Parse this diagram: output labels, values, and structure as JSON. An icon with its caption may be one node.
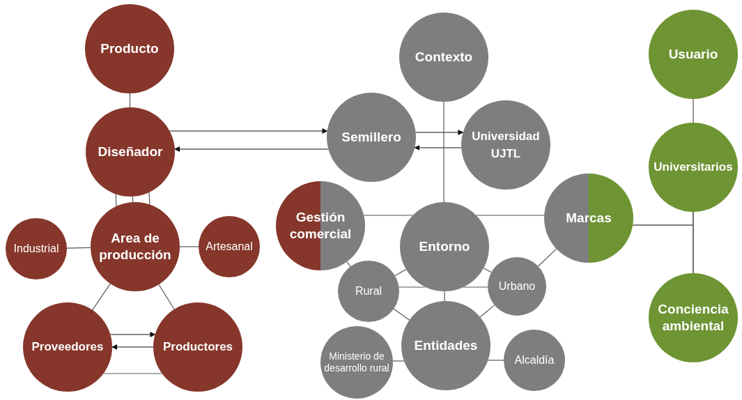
{
  "diagram": {
    "nodes": [
      {
        "text": [
          "Producto"
        ]
      },
      {
        "text": [
          "Diseñador"
        ]
      },
      {
        "text": [
          "Area de producción"
        ]
      },
      {
        "text": [
          "Industrial"
        ]
      },
      {
        "text": [
          "Artesanal"
        ]
      },
      {
        "text": [
          "Proveedores"
        ]
      },
      {
        "text": [
          "Productores"
        ]
      },
      {
        "text": [
          "Contexto"
        ]
      },
      {
        "text": [
          "Semillero"
        ]
      },
      {
        "text": [
          "Universidad UJTL"
        ]
      },
      {
        "text": [
          "Gestión comercial"
        ]
      },
      {
        "text": [
          "Entorno"
        ]
      },
      {
        "text": [
          "Marcas"
        ]
      },
      {
        "text": [
          "Rural"
        ]
      },
      {
        "text": [
          "Urbano"
        ]
      },
      {
        "text": [
          "Entidades"
        ]
      },
      {
        "text": [
          "Ministerio de desarrollo rural"
        ]
      },
      {
        "text": [
          "Alcaldía"
        ]
      },
      {
        "text": [
          "Usuario"
        ]
      },
      {
        "text": [
          "Universitarios"
        ]
      },
      {
        "text": [
          "Conciencia ambiental"
        ]
      }
    ],
    "edges": [
      {
        "from": 0,
        "to": 1,
        "arrow": "none"
      },
      {
        "from": 1,
        "to": 2,
        "arrow": "none"
      },
      {
        "from": 1,
        "to": 2,
        "arrow": "none"
      },
      {
        "from": 1,
        "to": 2,
        "arrow": "none"
      },
      {
        "from": 3,
        "to": 2,
        "arrow": "none"
      },
      {
        "from": 2,
        "to": 4,
        "arrow": "none"
      },
      {
        "from": 2,
        "to": 5,
        "arrow": "none"
      },
      {
        "from": 2,
        "to": 6,
        "arrow": "none"
      },
      {
        "from": 5,
        "to": 6,
        "arrow": "to"
      },
      {
        "from": 6,
        "to": 5,
        "arrow": "to"
      },
      {
        "from": 5,
        "to": 6,
        "arrow": "none"
      },
      {
        "from": 1,
        "to": 8,
        "arrow": "to"
      },
      {
        "from": 8,
        "to": 1,
        "arrow": "to"
      },
      {
        "from": 8,
        "to": 9,
        "arrow": "to"
      },
      {
        "from": 9,
        "to": 8,
        "arrow": "to"
      },
      {
        "from": 7,
        "to": 11,
        "arrow": "none"
      },
      {
        "from": 10,
        "to": 11,
        "arrow": "none"
      },
      {
        "from": 11,
        "to": 12,
        "arrow": "none"
      },
      {
        "from": 10,
        "to": 13,
        "arrow": "none"
      },
      {
        "from": 13,
        "to": 11,
        "arrow": "none"
      },
      {
        "from": 11,
        "to": 14,
        "arrow": "none"
      },
      {
        "from": 13,
        "to": 11,
        "arrow": "none"
      },
      {
        "from": 11,
        "to": 15,
        "arrow": "none"
      },
      {
        "from": 13,
        "to": 15,
        "arrow": "none"
      },
      {
        "from": 14,
        "to": 15,
        "arrow": "none"
      },
      {
        "from": 14,
        "to": 12,
        "arrow": "none"
      },
      {
        "from": 16,
        "to": 15,
        "arrow": "none"
      },
      {
        "from": 15,
        "to": 17,
        "arrow": "none"
      },
      {
        "from": 18,
        "to": 19,
        "arrow": "none"
      },
      {
        "from": 12,
        "to": 19,
        "arrow": "none"
      },
      {
        "from": 12,
        "to": 20,
        "arrow": "none"
      },
      {
        "from": 19,
        "to": 20,
        "arrow": "none"
      },
      {
        "from": 11,
        "to": 14,
        "arrow": "none"
      }
    ]
  }
}
